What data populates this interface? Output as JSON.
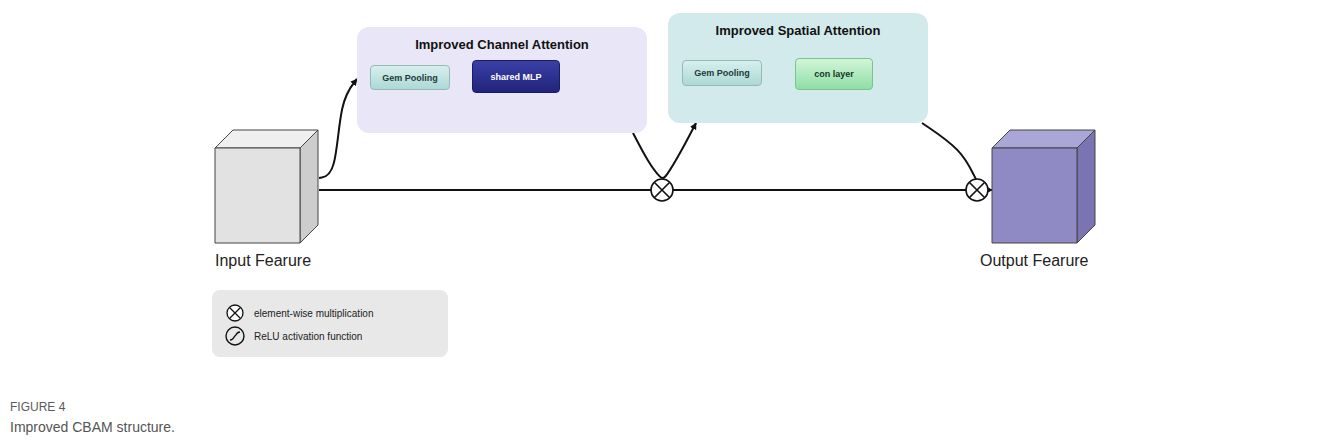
{
  "diagram": {
    "caption": "Improved CBAM structure.",
    "nodes": [
      {
        "text": [
          "Input Fearure"
        ]
      },
      {
        "text": [
          "Improved Channel Attention"
        ]
      },
      {
        "text": [
          "Gem Pooling"
        ],
        "in": 1
      },
      {
        "text": [
          "shared MLP"
        ],
        "in": 1
      },
      {
        "text": [
          "Improved Spatial Attention"
        ]
      },
      {
        "text": [
          "Gem Pooling"
        ],
        "in": 4
      },
      {
        "text": [
          "con layer"
        ],
        "in": 4
      },
      {
        "text": [
          "Output Fearure"
        ]
      }
    ],
    "edges": [
      {
        "from": 0,
        "to": 1,
        "arrow": "to"
      },
      {
        "from": 0,
        "to": 7,
        "arrow": "to"
      },
      {
        "from": 2,
        "to": 3,
        "arrow": "to"
      },
      {
        "from": 5,
        "to": 6,
        "arrow": "to"
      },
      {
        "from": 1,
        "to": 4,
        "arrow": "to"
      },
      {
        "from": 4,
        "to": 7,
        "arrow": "to"
      }
    ],
    "labels": [
      "FIGURE 4"
    ],
    "legend": [
      {
        "text": "element-wise multiplication"
      },
      {
        "text": "ReLU activation function"
      }
    ]
  }
}
